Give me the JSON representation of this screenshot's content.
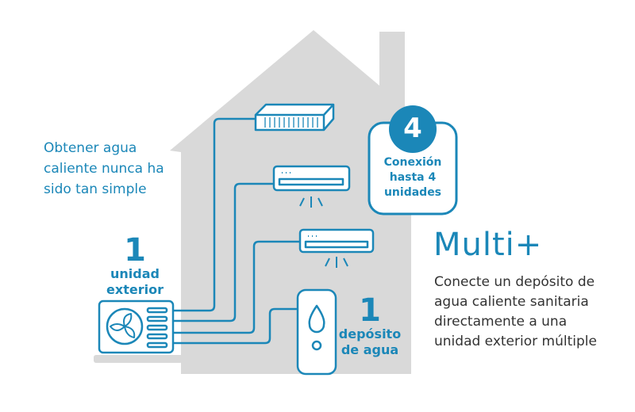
{
  "intro": {
    "lines": [
      "Obtener agua",
      "caliente nunca ha",
      "sido tan simple"
    ]
  },
  "outdoor": {
    "count": "1",
    "label_lines": [
      "unidad",
      "exterior"
    ]
  },
  "tank": {
    "count": "1",
    "label_lines": [
      "depósito",
      "de agua"
    ]
  },
  "badge": {
    "number": "4",
    "lines": [
      "Conexión",
      "hasta 4",
      "unidades"
    ]
  },
  "product": {
    "name": "Multi+",
    "description_lines": [
      "Conecte un depósito de",
      "agua caliente sanitaria",
      "directamente a una",
      "unidad exterior múltiple"
    ]
  },
  "colors": {
    "accent": "#1b87b8",
    "house": "#d9d9d9"
  }
}
